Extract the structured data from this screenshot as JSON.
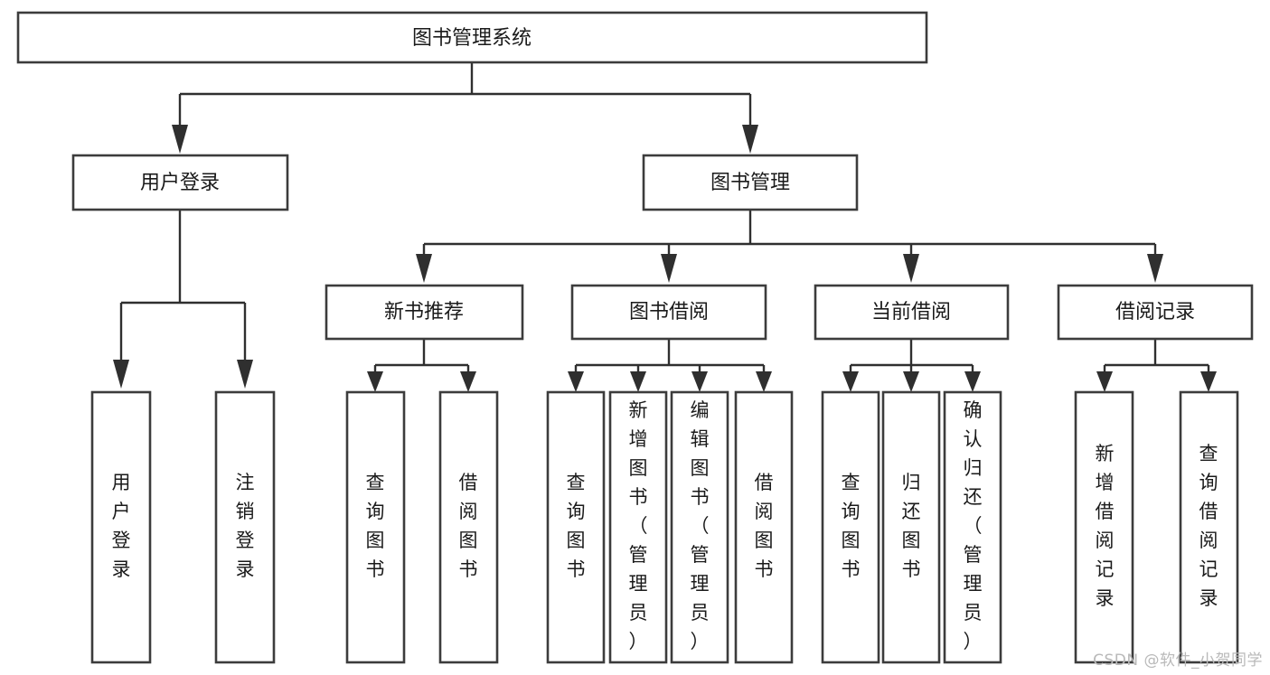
{
  "diagram": {
    "type": "tree",
    "title": "图书管理系统",
    "watermark": "CSDN @软件_小贺同学",
    "colors": {
      "box_stroke": "#3c3c3c",
      "line": "#2f2f2f",
      "box_fill": "#ffffff",
      "text": "#1a1a1a",
      "watermark": "#b9b9b9",
      "background": "#ffffff"
    },
    "nodes": {
      "root": {
        "label": "图书管理系统",
        "orientation": "horizontal"
      },
      "level2": [
        {
          "id": "user-login",
          "label": "用户登录",
          "orientation": "horizontal"
        },
        {
          "id": "book-manage",
          "label": "图书管理",
          "orientation": "horizontal"
        }
      ],
      "level3": [
        {
          "id": "new-book-rec",
          "label": "新书推荐",
          "orientation": "horizontal"
        },
        {
          "id": "book-borrow",
          "label": "图书借阅",
          "orientation": "horizontal"
        },
        {
          "id": "current-borrow",
          "label": "当前借阅",
          "orientation": "horizontal"
        },
        {
          "id": "borrow-record",
          "label": "借阅记录",
          "orientation": "horizontal"
        }
      ],
      "leaves": {
        "user-login": [
          {
            "id": "leaf-user-login",
            "label": "用户登录",
            "orientation": "vertical"
          },
          {
            "id": "leaf-logout",
            "label": "注销登录",
            "orientation": "vertical"
          }
        ],
        "new-book-rec": [
          {
            "id": "leaf-query-book-1",
            "label": "查询图书",
            "orientation": "vertical"
          },
          {
            "id": "leaf-borrow-book-1",
            "label": "借阅图书",
            "orientation": "vertical"
          }
        ],
        "book-borrow": [
          {
            "id": "leaf-query-book-2",
            "label": "查询图书",
            "orientation": "vertical"
          },
          {
            "id": "leaf-add-book",
            "label": "新增图书（管理员）",
            "orientation": "vertical"
          },
          {
            "id": "leaf-edit-book",
            "label": "编辑图书（管理员）",
            "orientation": "vertical"
          },
          {
            "id": "leaf-borrow-book-2",
            "label": "借阅图书",
            "orientation": "vertical"
          }
        ],
        "current-borrow": [
          {
            "id": "leaf-query-book-3",
            "label": "查询图书",
            "orientation": "vertical"
          },
          {
            "id": "leaf-return-book",
            "label": "归还图书",
            "orientation": "vertical"
          },
          {
            "id": "leaf-confirm-return",
            "label": "确认归还（管理员）",
            "orientation": "vertical"
          }
        ],
        "borrow-record": [
          {
            "id": "leaf-add-record",
            "label": "新增借阅记录",
            "orientation": "vertical"
          },
          {
            "id": "leaf-query-record",
            "label": "查询借阅记录",
            "orientation": "vertical"
          }
        ]
      }
    }
  }
}
